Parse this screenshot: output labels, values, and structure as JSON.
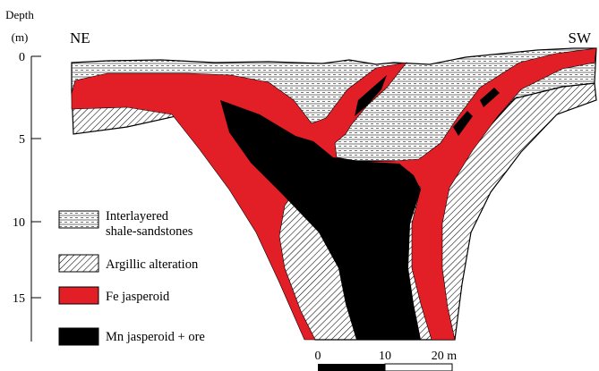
{
  "axis": {
    "title_line1": "Depth",
    "title_line2": "(m)",
    "ticks": [
      "0",
      "5",
      "10",
      "15"
    ]
  },
  "directions": {
    "left": "NE",
    "right": "SW"
  },
  "legend": [
    {
      "id": "shale",
      "label_lines": [
        "Interlayered",
        "shale-sandstones"
      ]
    },
    {
      "id": "argillic",
      "label_lines": [
        "Argillic alteration"
      ]
    },
    {
      "id": "fe",
      "label_lines": [
        "Fe jasperoid"
      ]
    },
    {
      "id": "mn",
      "label_lines": [
        "Mn jasperoid + ore"
      ]
    }
  ],
  "scale_bar": {
    "labels": [
      "0",
      "10",
      "20 m"
    ]
  },
  "colors": {
    "fe_jasperoid": "#e21f26",
    "mn_jasperoid": "#000000",
    "shale": "#ffffff",
    "argillic_hatch": "#000000"
  }
}
